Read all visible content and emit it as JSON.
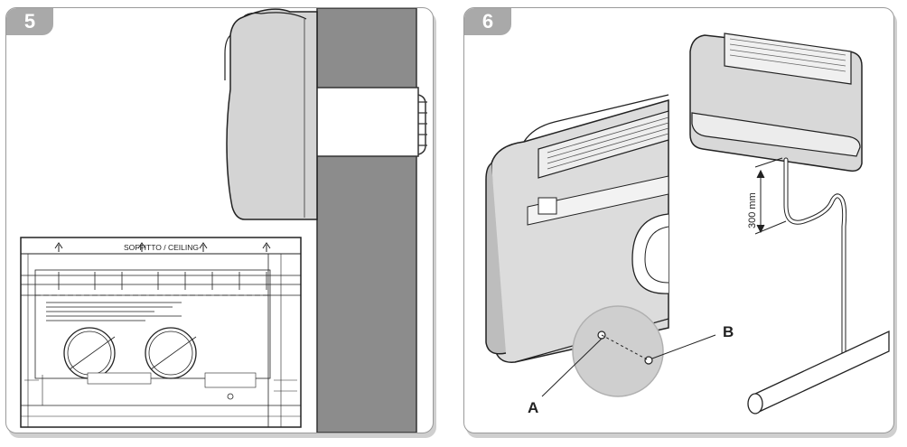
{
  "steps": [
    {
      "number": "5",
      "drawing_title": "SOFFITTO / CEILING"
    },
    {
      "number": "6",
      "dimension_label": "300 mm",
      "callout_a": "A",
      "callout_b": "B"
    }
  ],
  "colors": {
    "badge": "#a9a9a9",
    "wall": "#8c8c8c",
    "unit_body": "#d4d4d4",
    "lens": "#cfcfcf"
  }
}
